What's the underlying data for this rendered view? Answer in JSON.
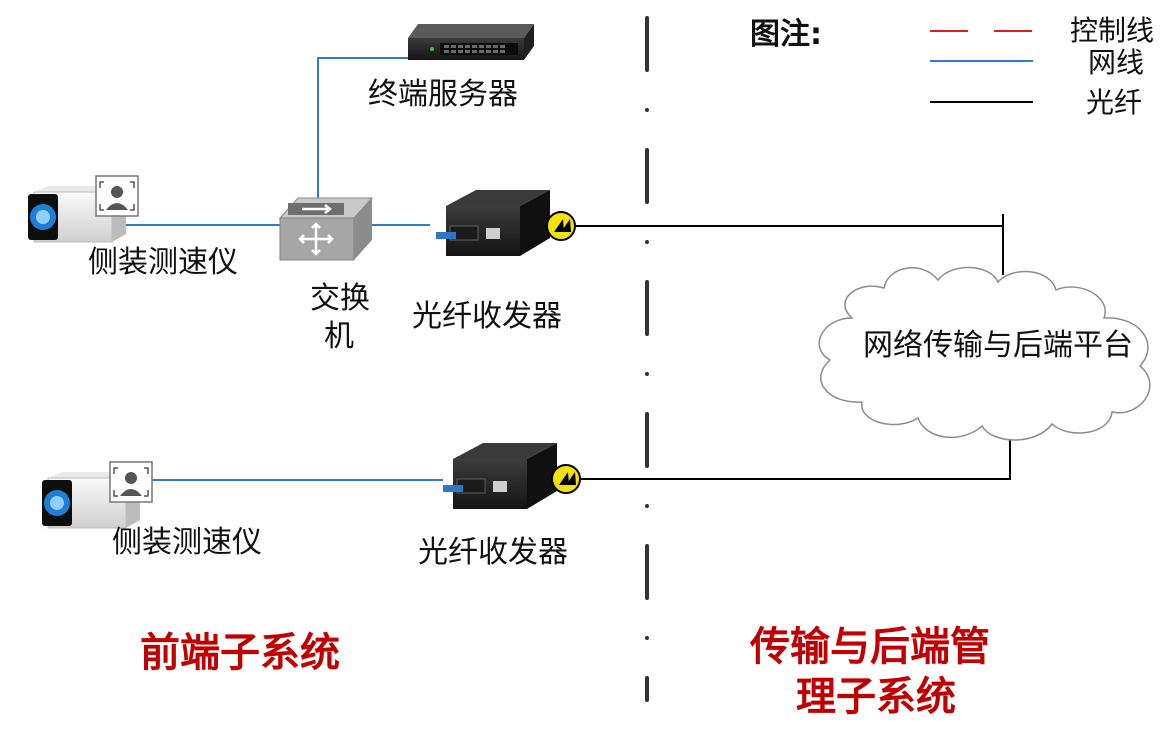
{
  "legend": {
    "title": "图注:",
    "items": [
      {
        "label": "控制线",
        "color": "#e11c1c",
        "style": "dashed"
      },
      {
        "label": "网线",
        "color": "#2e7bd1",
        "style": "solid"
      },
      {
        "label": "光纤",
        "color": "#000000",
        "style": "solid"
      }
    ]
  },
  "devices": {
    "terminal_server": "终端服务器",
    "camera_top": "侧装测速仪",
    "camera_bottom": "侧装测速仪",
    "switch_line1": "交换",
    "switch_line2": "机",
    "transceiver_top": "光纤收发器",
    "transceiver_bottom": "光纤收发器",
    "cloud": "网络传输与后端平台"
  },
  "sections": {
    "front_end": "前端子系统",
    "back_end_line1": "传输与后端管",
    "back_end_line2": "理子系统"
  },
  "colors": {
    "network_cable": "#2e7bd1",
    "fiber": "#000000",
    "control_line": "#e11c1c",
    "section_title": "#c00000",
    "divider": "#333333"
  },
  "icons": {
    "camera": "speed-camera-icon",
    "face": "face-recognition-icon",
    "switch": "network-switch-icon",
    "server": "rack-server-icon",
    "transceiver": "fiber-transceiver-icon",
    "fiber_port": "fiber-connector-icon",
    "cloud": "cloud-icon"
  }
}
